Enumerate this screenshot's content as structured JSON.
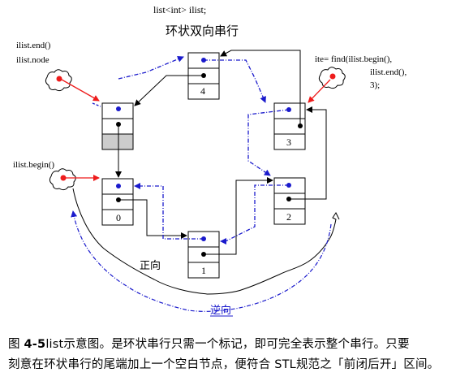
{
  "code_decl": "list<int> ilist;",
  "title": "环状双向串行",
  "labels": {
    "end_expr": "ilist.end()",
    "node_expr": "ilist.node",
    "begin_expr": "ilist.begin()",
    "find_line1": "ite= find(ilist.begin(),",
    "find_line2": "ilist.end(),",
    "find_line3": "3);",
    "forward": "正向",
    "reverse": "逆向"
  },
  "nodes": [
    {
      "value": "",
      "role": "end-node"
    },
    {
      "value": "0"
    },
    {
      "value": "1"
    },
    {
      "value": "2"
    },
    {
      "value": "3"
    },
    {
      "value": "4"
    }
  ],
  "caption": {
    "fig_prefix": "图 ",
    "fig_num": "4-5",
    "line1_rest": "list示意图。是环状串行只需一个标记，即可完全表示整个串行。只要",
    "line2": "刻意在环状串行的尾端加上一个空白节点，便符合 STL规范之「前闭后开」区间。"
  },
  "colors": {
    "accent_blue": "#1a1acc",
    "pointer_red": "#ee1c1c",
    "end_fill": "#cccccc"
  }
}
